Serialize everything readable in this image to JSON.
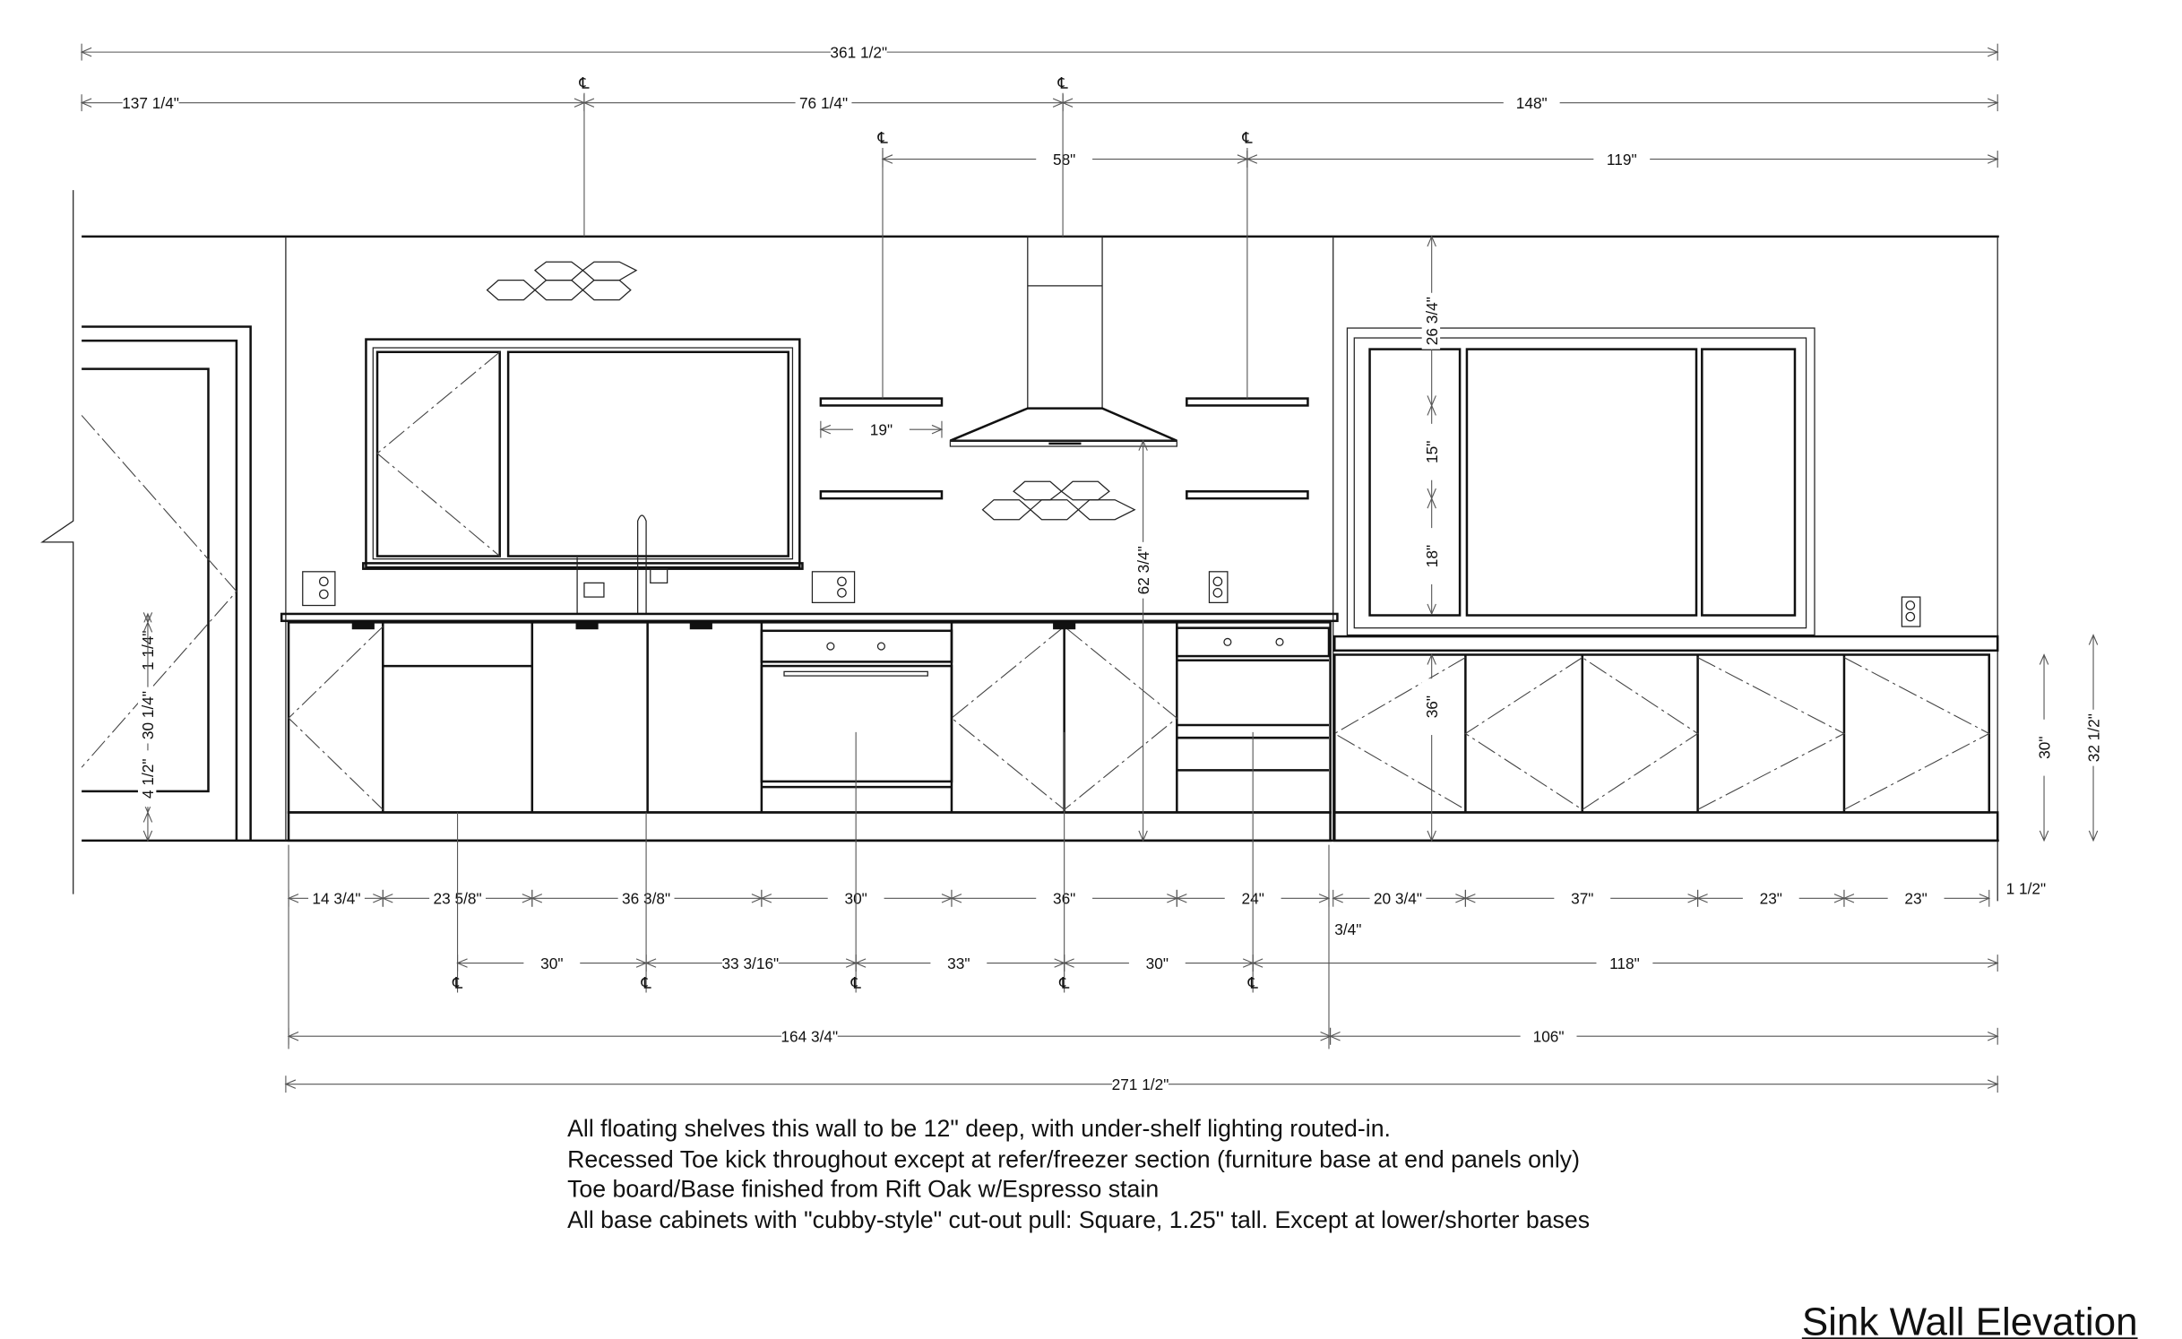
{
  "title": "Sink Wall Elevation",
  "notes": [
    "All floating shelves this wall to be 12\" deep, with under-shelf lighting routed-in.",
    "Recessed Toe kick throughout except at refer/freezer section (furniture base at end panels only)",
    "Toe board/Base finished from Rift Oak w/Espresso stain",
    "All base cabinets with \"cubby-style\" cut-out pull: Square, 1.25\" tall. Except at lower/shorter bases"
  ],
  "centerline_symbol": "℄",
  "dims": {
    "overall_top": "361 1/2\"",
    "top_row": [
      "137 1/4\"",
      "76 1/4\"",
      "148\""
    ],
    "shelf_row": [
      "58\"",
      "119\""
    ],
    "shelf_width": "19\"",
    "left_vertical": [
      "1 1/4\"",
      "30 1/4\"",
      "4 1/2\""
    ],
    "right_window_vertical": [
      "26 3/4\"",
      "15\"",
      "18\"",
      "36\""
    ],
    "hood_height": "62 3/4\"",
    "right_vertical": [
      "30\"",
      "32 1/2\""
    ],
    "cabinet_widths": [
      "14 3/4\"",
      "23 5/8\"",
      "36 3/8\"",
      "30\"",
      "36\"",
      "24\"",
      "20 3/4\"",
      "37\"",
      "23\"",
      "23\""
    ],
    "end_offset": "1 1/2\"",
    "gap": "3/4\"",
    "centerlines": [
      "30\"",
      "33 3/16\"",
      "33\"",
      "30\"",
      "118\""
    ],
    "sections": [
      "164 3/4\"",
      "106\""
    ],
    "overall_bottom": "271 1/2\""
  }
}
